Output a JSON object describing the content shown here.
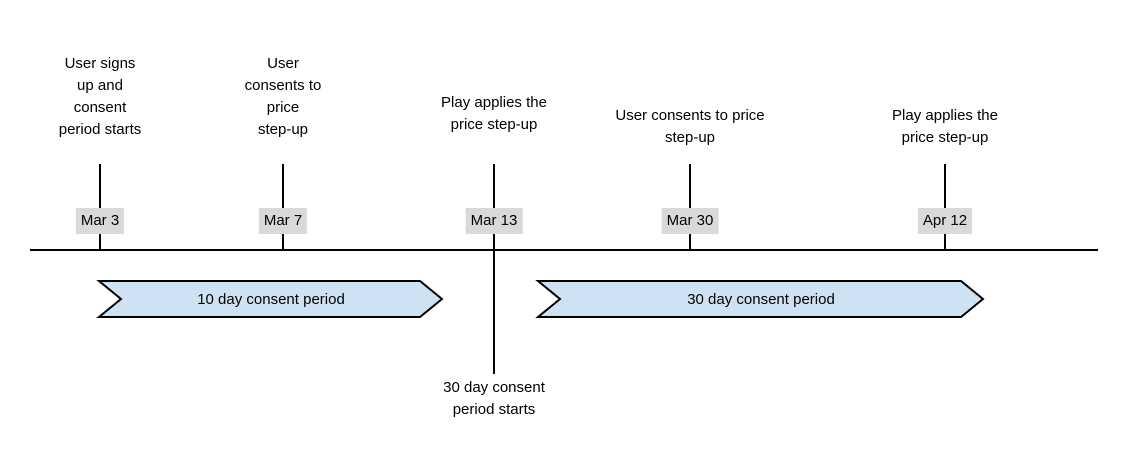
{
  "colors": {
    "arrow_fill": "#cfe2f3",
    "arrow_outline": "#000000",
    "date_chip_bg": "#d9d9d9",
    "line": "#000000"
  },
  "timeline": {
    "events": [
      {
        "date": "Mar 3",
        "label": "User signs\nup and\nconsent\nperiod starts"
      },
      {
        "date": "Mar 7",
        "label": "User\nconsents to\nprice\nstep-up"
      },
      {
        "date": "Mar 13",
        "label": "Play applies the\nprice step-up"
      },
      {
        "date": "Mar 30",
        "label": "User consents to price\nstep-up"
      },
      {
        "date": "Apr 12",
        "label": "Play applies the\nprice step-up"
      }
    ],
    "periods": [
      {
        "label": "10 day consent period"
      },
      {
        "label": "30 day consent period"
      }
    ],
    "annotation": "30 day consent\nperiod starts"
  }
}
